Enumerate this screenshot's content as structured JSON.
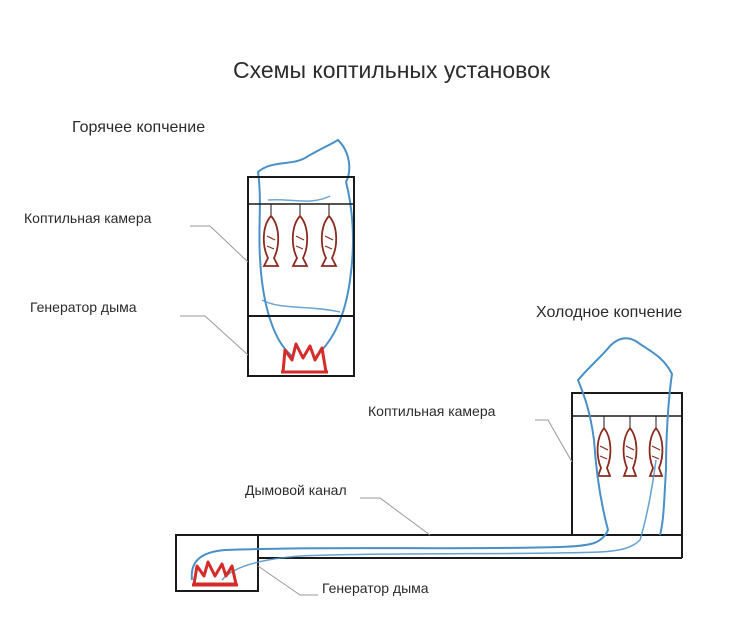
{
  "title": "Схемы коптильных установок",
  "hot": {
    "heading": "Горячее копчение",
    "chamber_label": "Коптильная камера",
    "generator_label": "Генератор дыма"
  },
  "cold": {
    "heading": "Холодное копчение",
    "chamber_label": "Коптильная камера",
    "channel_label": "Дымовой канал",
    "generator_label": "Генератор дыма"
  },
  "colors": {
    "smoke": "#4a90c8",
    "fire": "#d52b2b",
    "fish": "#8b2a1e",
    "structure": "#1a1a1a",
    "leader": "#9a9a9a"
  }
}
